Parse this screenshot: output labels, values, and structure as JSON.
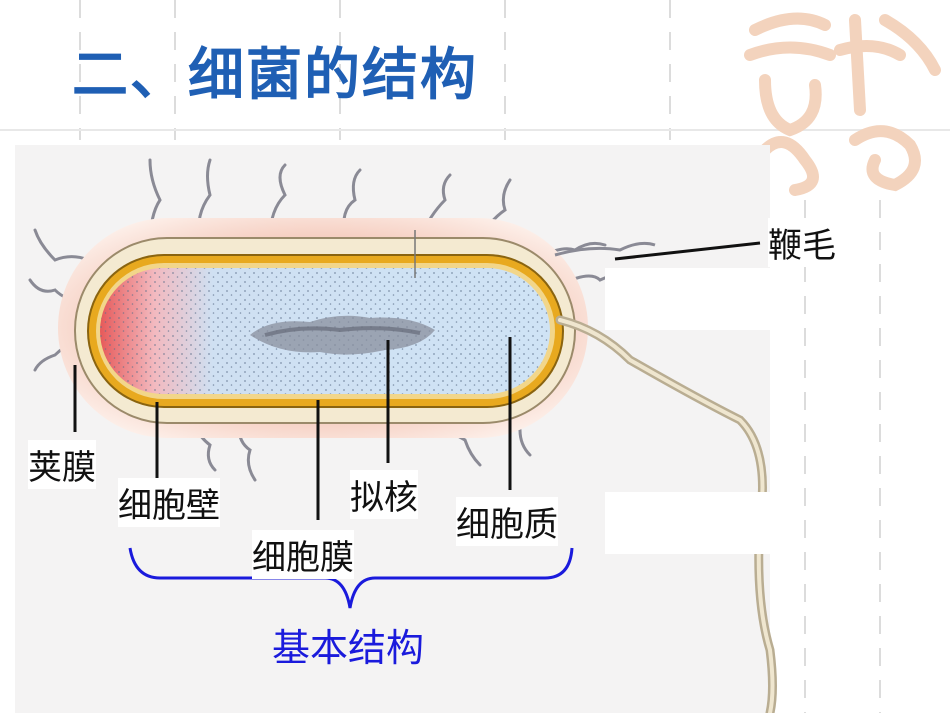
{
  "title": "二、细菌的结构",
  "logo_text": "吉祥如意",
  "labels": {
    "flagellum": "鞭毛",
    "capsule": "荚膜",
    "cell_wall": "细胞壁",
    "cell_membrane": "细胞膜",
    "nucleoid": "拟核",
    "cytoplasm": "细胞质",
    "basic_structure": "基本结构"
  },
  "colors": {
    "title": "#1f5fb4",
    "bracket": "#1a1adc",
    "capsule_halo": "#f6d3c6",
    "cell_wall": "#e3a21a",
    "cytoplasm": "#cfe2f3"
  }
}
